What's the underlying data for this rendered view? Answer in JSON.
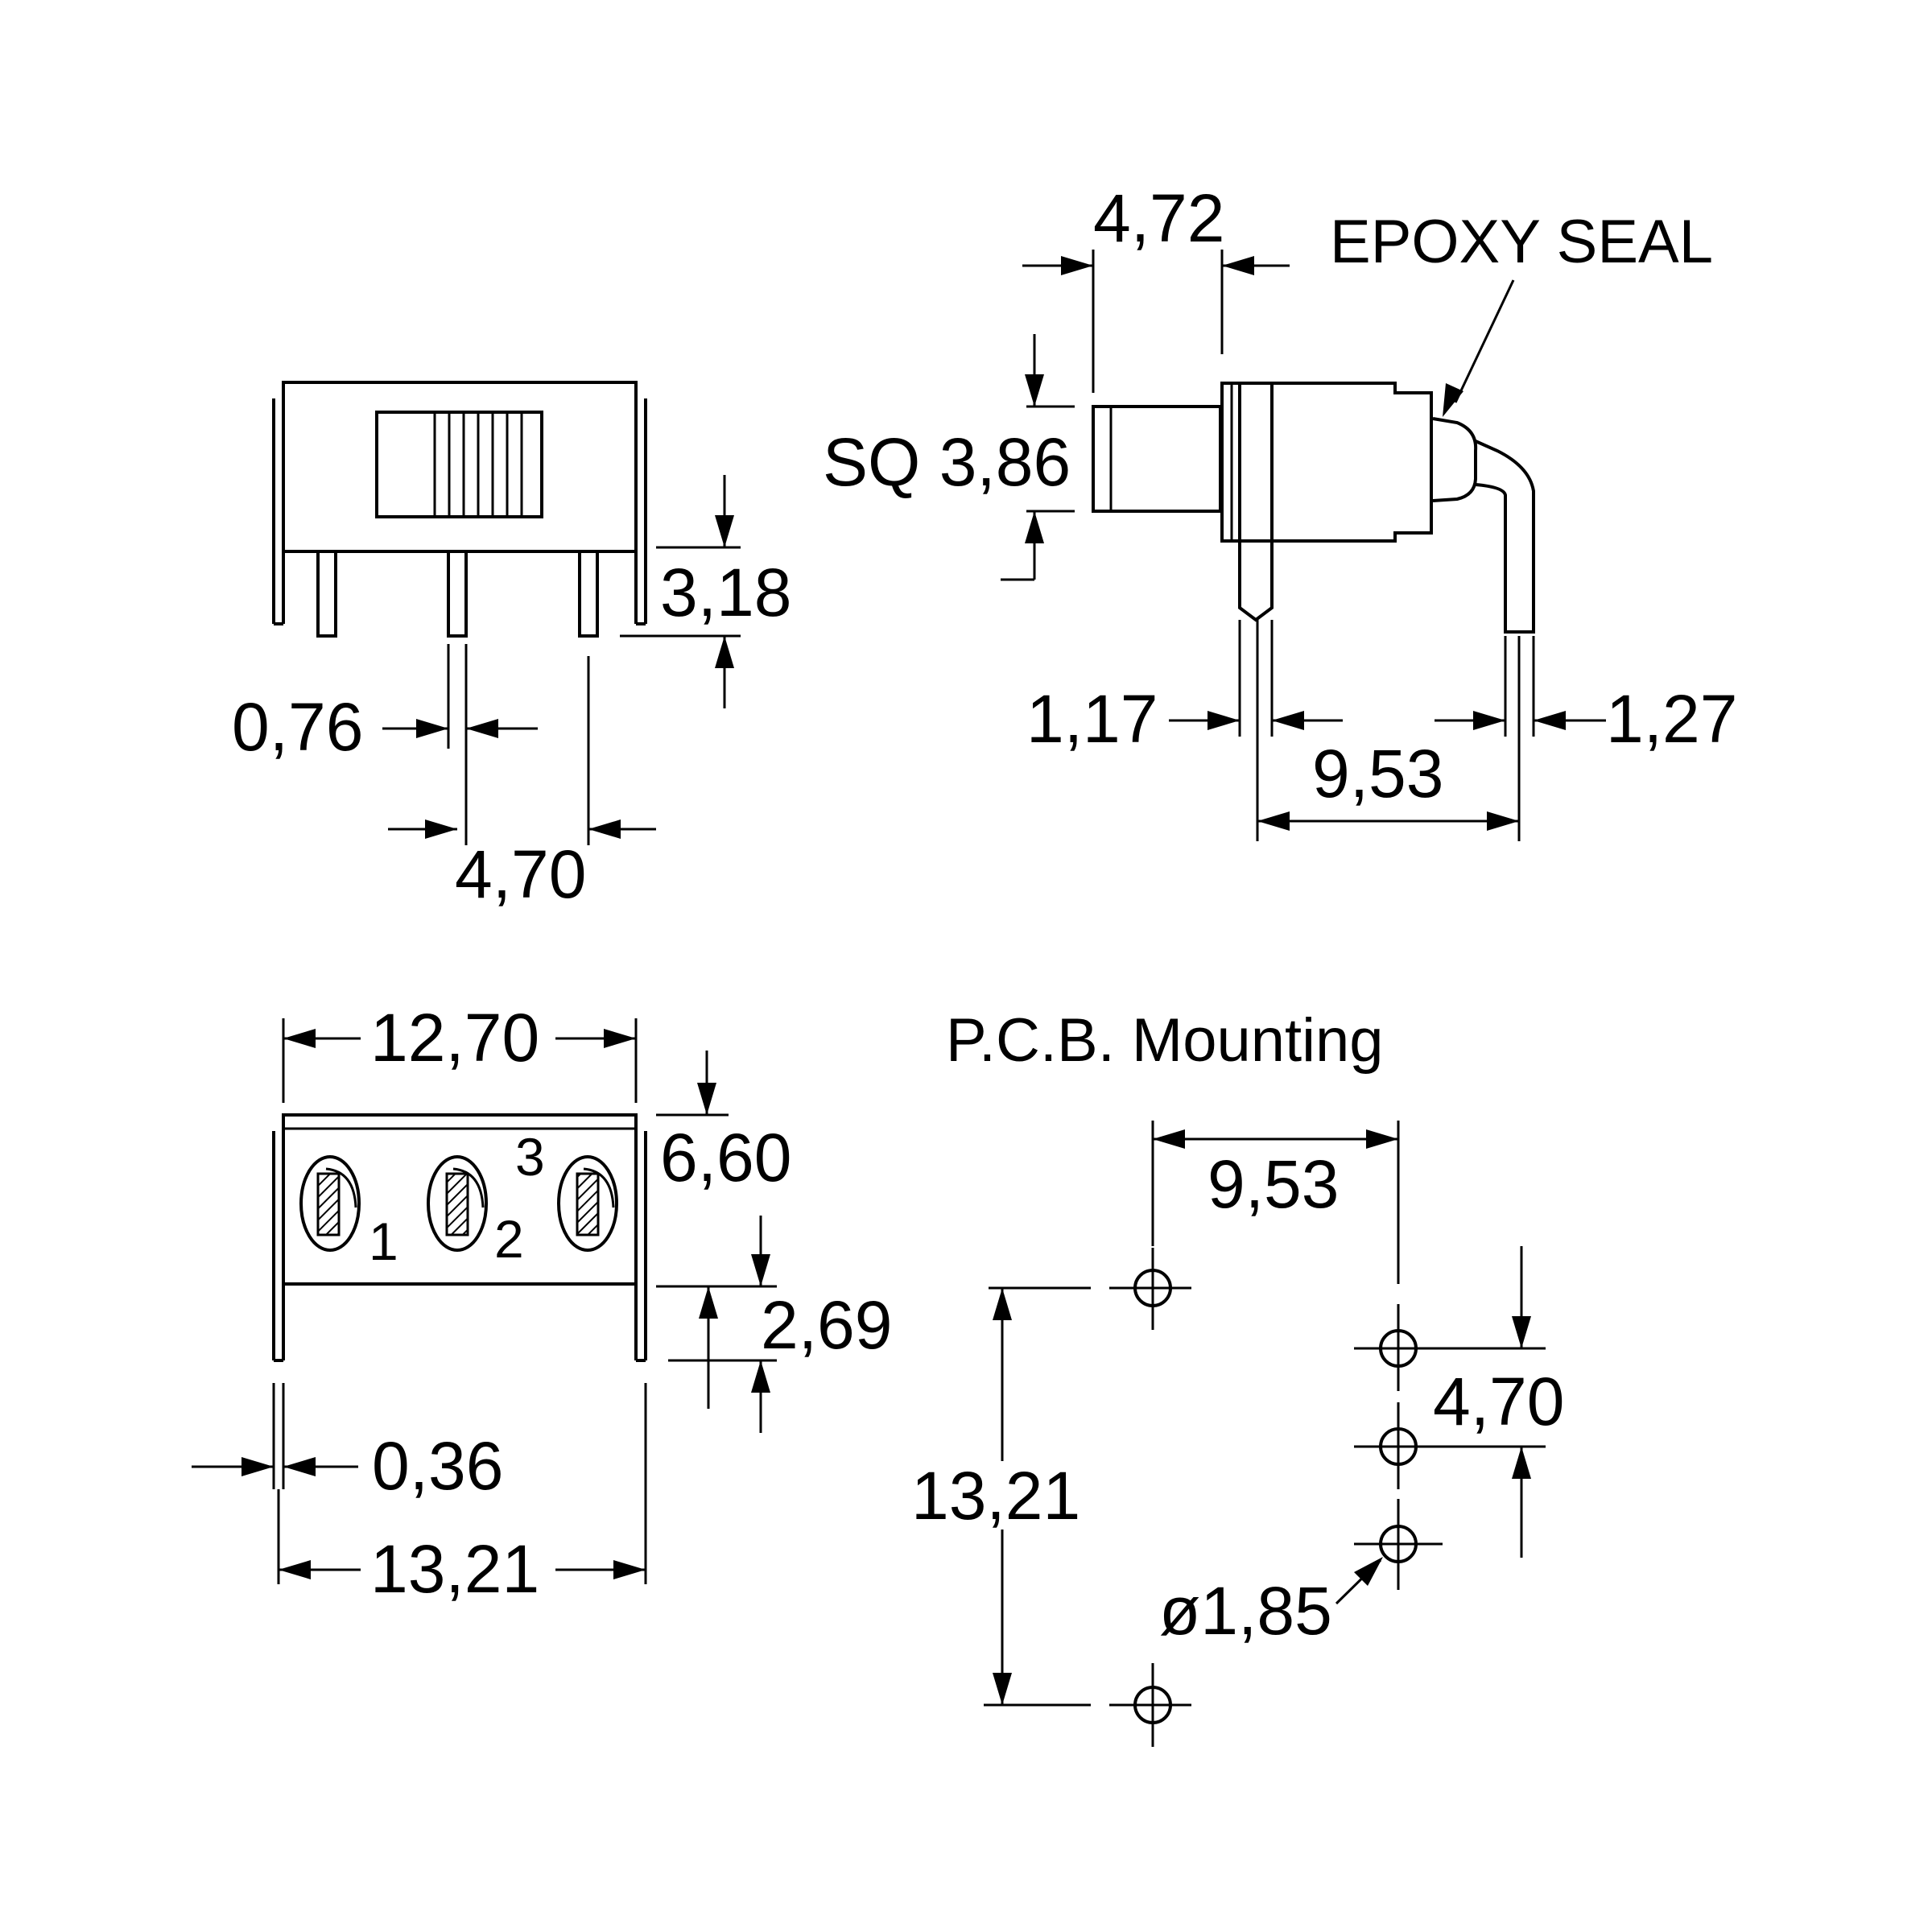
{
  "front_view": {
    "dims": {
      "lead_height": "3,18",
      "lead_width": "0,76",
      "pitch": "4,70"
    }
  },
  "side_view": {
    "epoxy_label": "EPOXY SEAL",
    "dims": {
      "actuator_length": "4,72",
      "actuator_square": "SQ 3,86",
      "lead_left": "1,17",
      "lead_right": "1,27",
      "lead_spacing": "9,53"
    }
  },
  "bottom_view": {
    "pins": [
      "1",
      "2",
      "3"
    ],
    "dims": {
      "body_width": "12,70",
      "body_depth": "6,60",
      "bracket_height": "2,69",
      "bracket_thickness": "0,36",
      "overall_width": "13,21"
    }
  },
  "pcb_view": {
    "title": "P.C.B. Mounting",
    "dims": {
      "horizontal": "9,53",
      "vertical": "13,21",
      "pitch": "4,70",
      "hole_diameter": "ø1,85"
    }
  }
}
